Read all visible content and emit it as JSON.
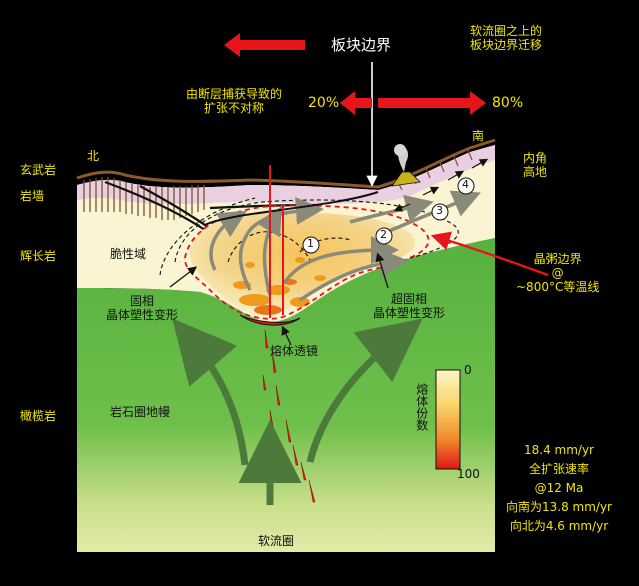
{
  "title": "板块边界",
  "top_right_note": [
    "软流圈之上的",
    "板块边界迁移"
  ],
  "asymmetry_note": [
    "由断层捕获导致的",
    "扩张不对称"
  ],
  "pct_north": "20%",
  "pct_south": "80%",
  "north_label": "北",
  "south_label": "南",
  "left_labels": {
    "basalt": "玄武岩",
    "dike": "岩墙",
    "gabbro": "辉长岩",
    "peridotite": "橄榄岩"
  },
  "inner_corner": [
    "内角",
    "高地"
  ],
  "crystal_mush": [
    "晶粥边界",
    "@",
    "~800°C等温线"
  ],
  "brittle_domain": "脆性域",
  "solid_deform": [
    "固相",
    "晶体塑性变形"
  ],
  "hypersolid_deform": [
    "超固相",
    "晶体塑性变形"
  ],
  "melt_lens": "熔体透镜",
  "lithospheric_mantle": "岩石圈地幔",
  "asthenosphere": "软流圈",
  "circled_numbers": [
    "1",
    "2",
    "3",
    "4"
  ],
  "colorbar": {
    "label": "熔体份数",
    "min_label": "0",
    "max_label": "100"
  },
  "spreading": [
    "18.4 mm/yr",
    "全扩张速率",
    "@12 Ma",
    "向南为13.8 mm/yr",
    "向北为4.6 mm/yr"
  ],
  "colors": {
    "background": "#000000",
    "mantle_green": "#5fb843",
    "crust_cream": "#fbf4d2",
    "melt_orange": "#f0a020",
    "arrow_red": "#e8141b",
    "label_yellow": "#f2e600"
  }
}
